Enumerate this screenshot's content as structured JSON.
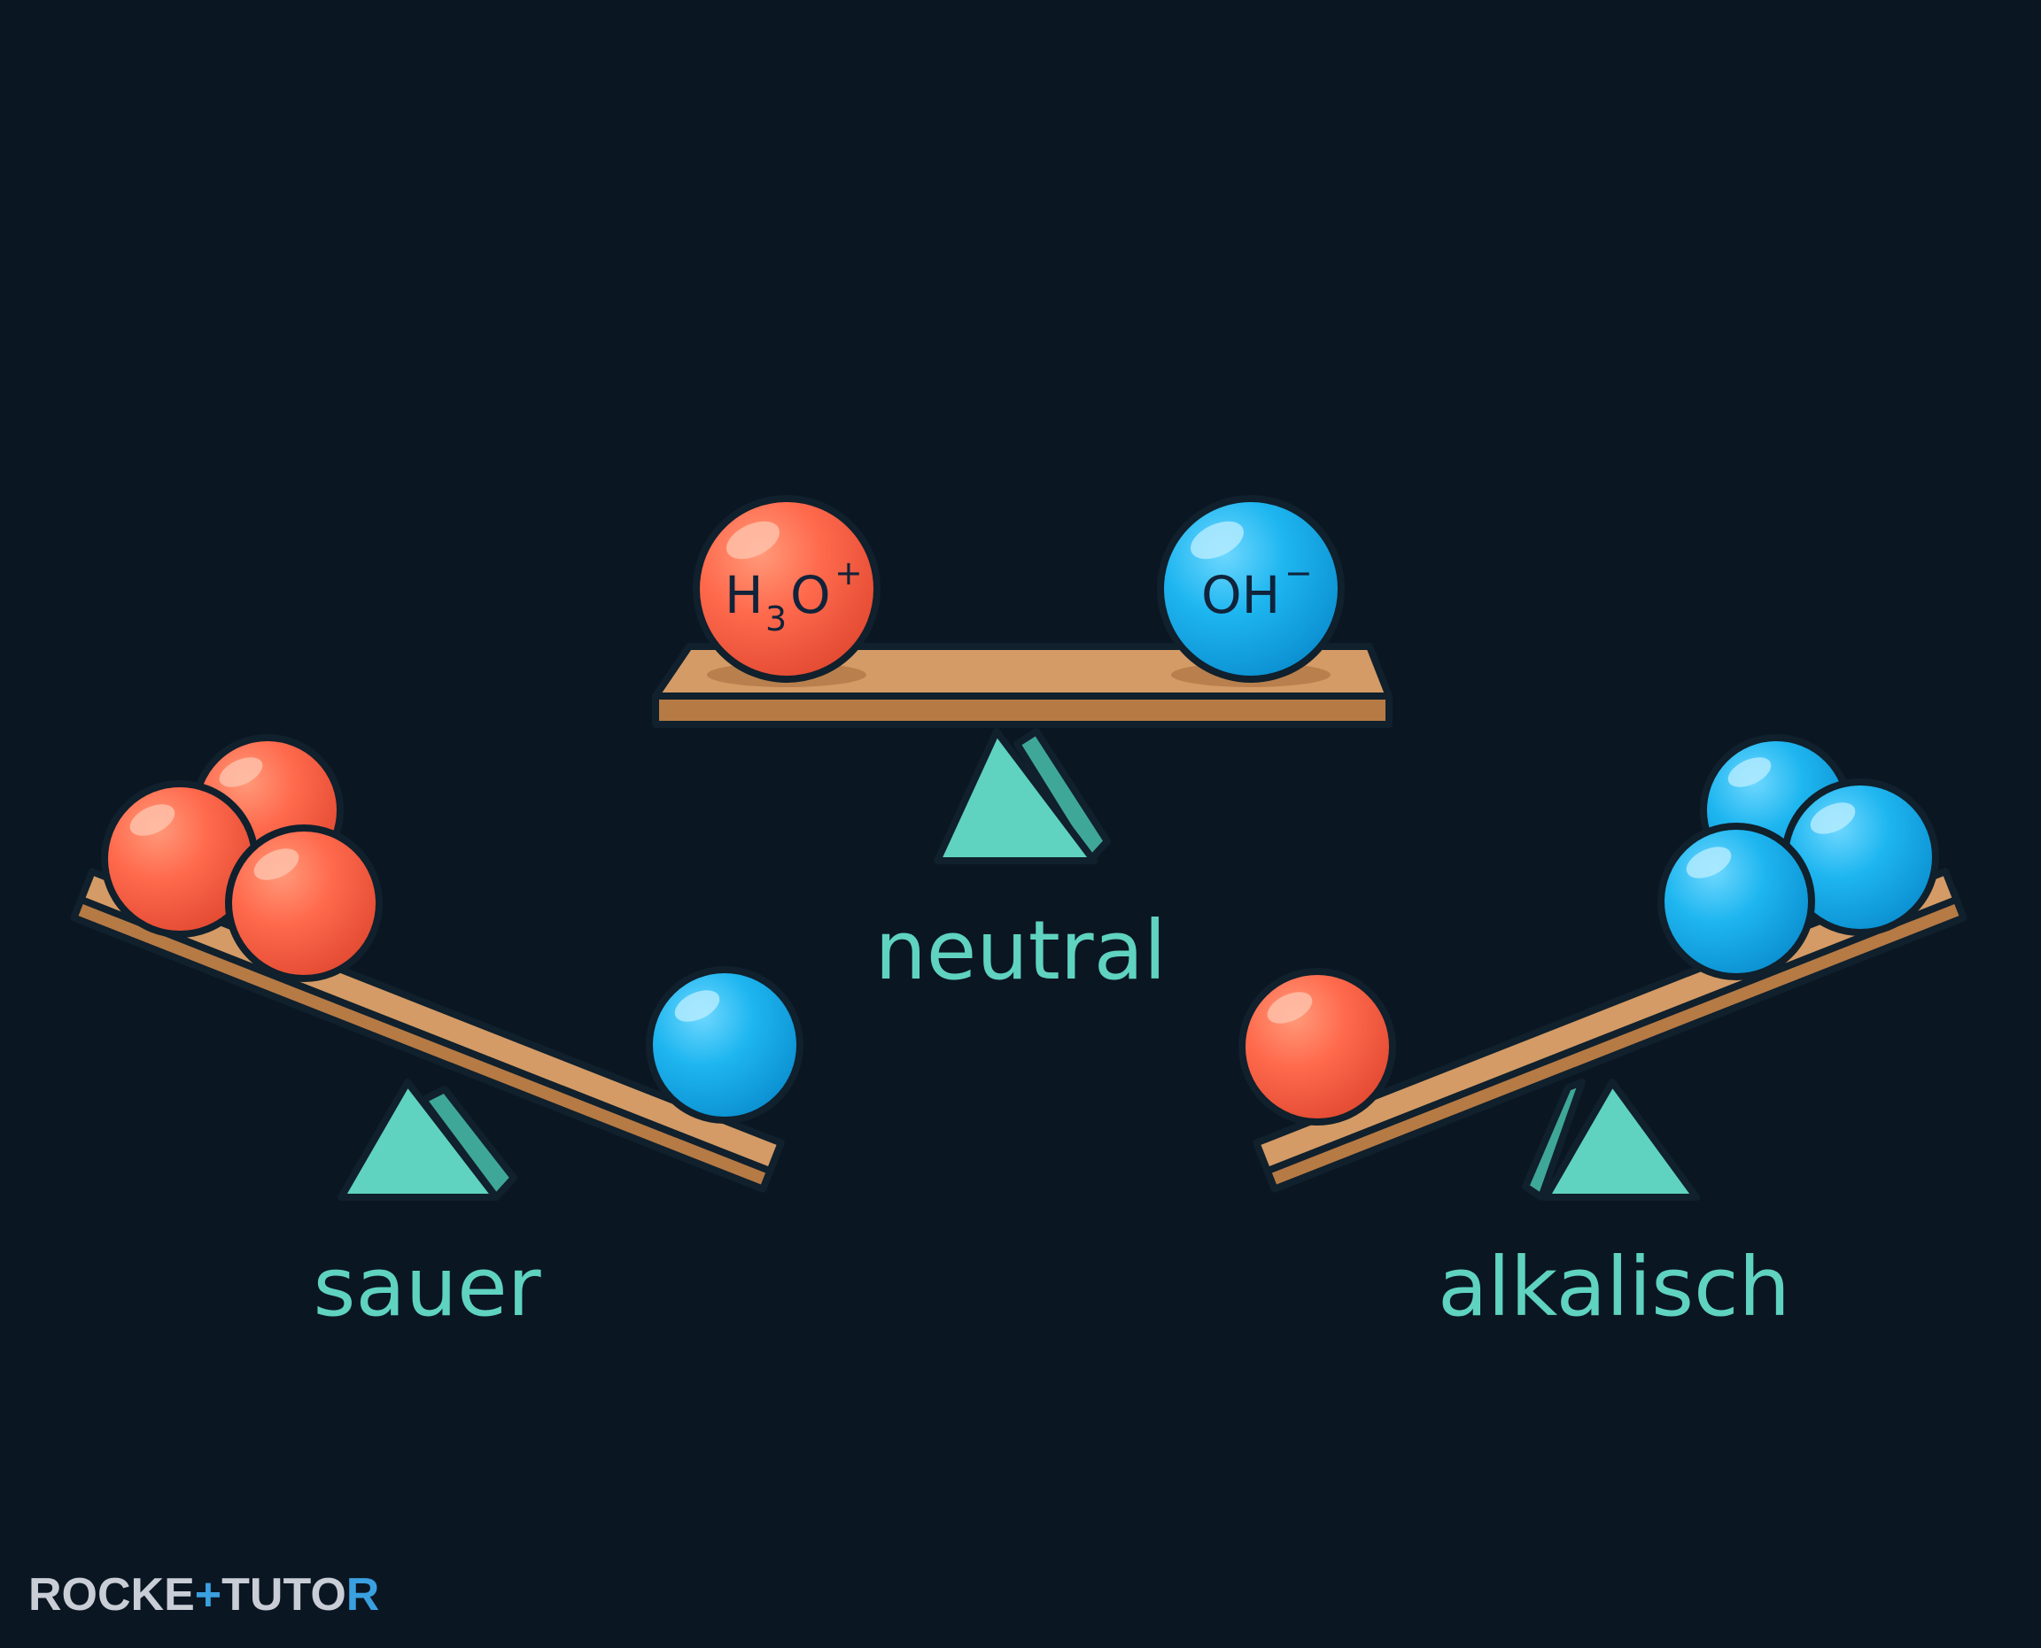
{
  "colors": {
    "background": "#0b1623",
    "acid_ion": "#ff6a4d",
    "base_ion": "#1eb6f0",
    "fulcrum": "#5fd3c0",
    "plank": "#d49b66",
    "label": "#5fd3c0"
  },
  "labels": {
    "acidic": "sauer",
    "neutral": "neutral",
    "basic": "alkalisch"
  },
  "ions": {
    "hydronium": {
      "main": "H",
      "sub": "3",
      "tail": "O",
      "charge": "+"
    },
    "hydroxide": {
      "main": "OH",
      "charge": "−"
    }
  },
  "brand": {
    "part1": "ROCKE",
    "plus": "+",
    "part2": "TUTO",
    "last": "R"
  }
}
